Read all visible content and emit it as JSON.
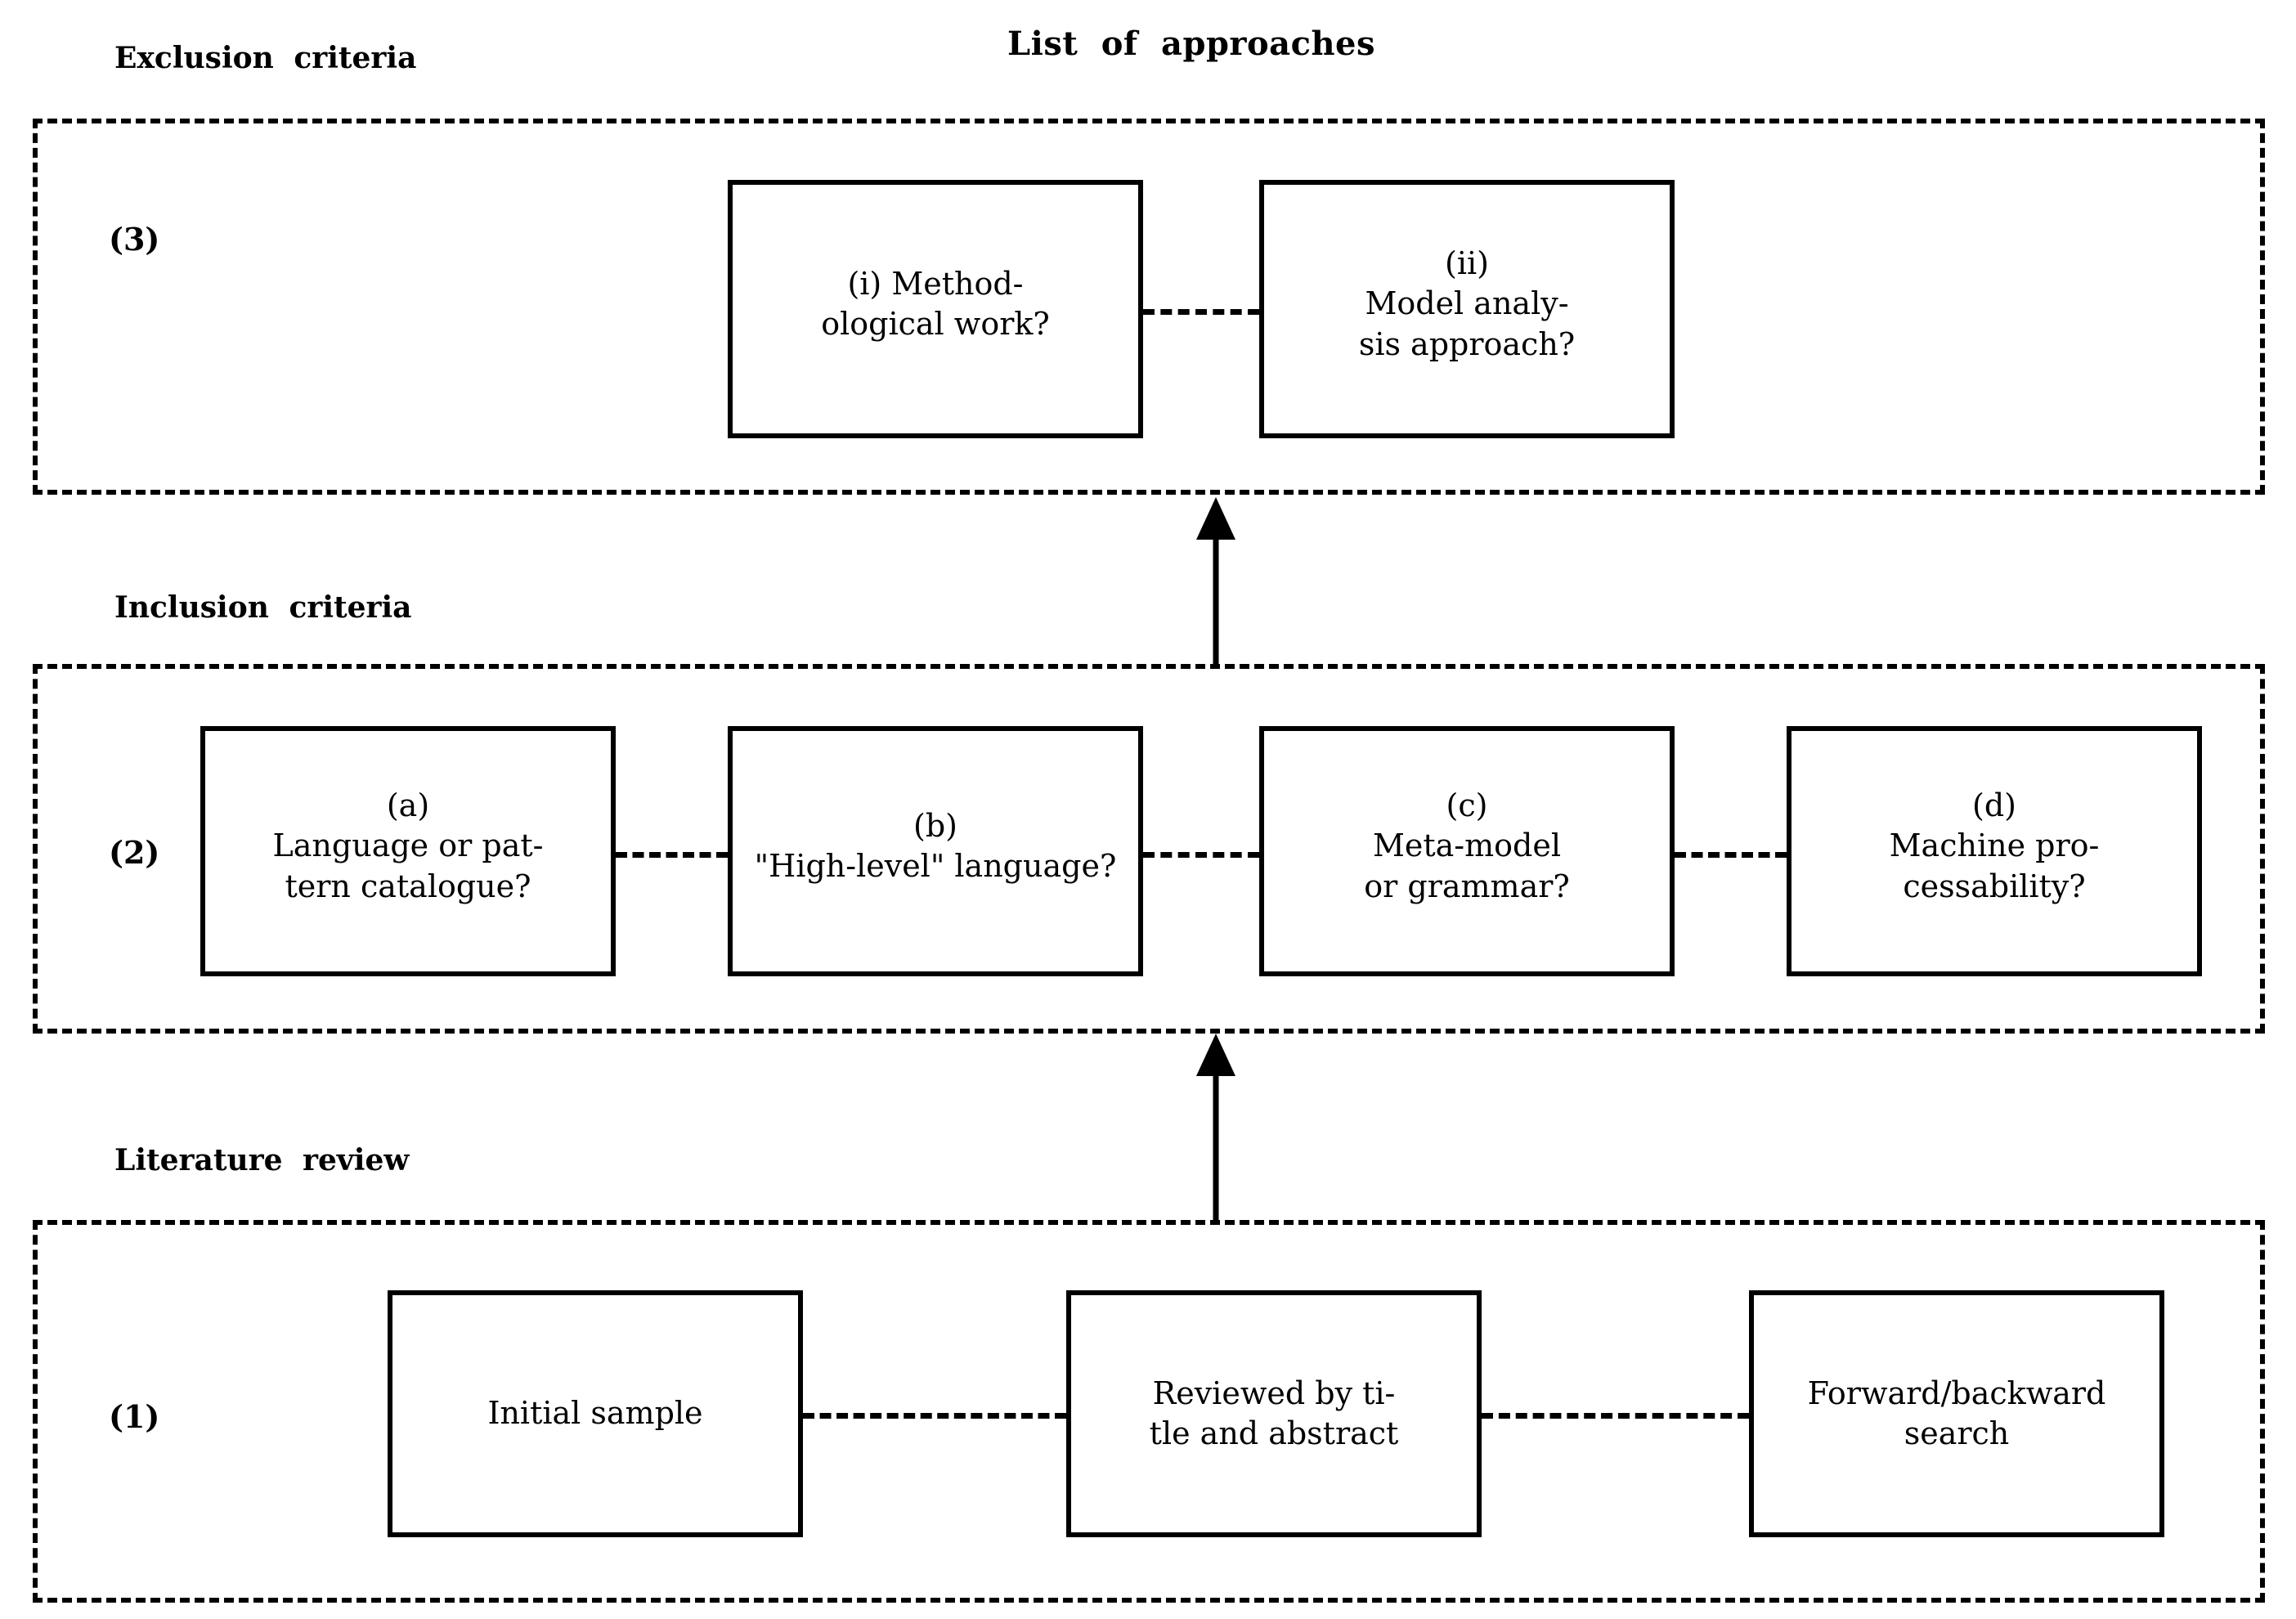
{
  "figure": {
    "title": "List  of  approaches",
    "sections": [
      {
        "id": "exclusion",
        "heading": "Exclusion  criteria",
        "step": "(3)",
        "nodes": [
          {
            "id": "i",
            "label": "(i) Method-\nological work?"
          },
          {
            "id": "ii",
            "label": "(ii)\nModel analy-\nsis approach?"
          }
        ]
      },
      {
        "id": "inclusion",
        "heading": "Inclusion  criteria",
        "step": "(2)",
        "nodes": [
          {
            "id": "a",
            "label": "(a)\nLanguage or pat-\ntern catalogue?"
          },
          {
            "id": "b",
            "label": "(b)\n\"High-level\" language?"
          },
          {
            "id": "c",
            "label": "(c)\nMeta-model\nor grammar?"
          },
          {
            "id": "d",
            "label": "(d)\nMachine pro-\ncessability?"
          }
        ]
      },
      {
        "id": "literature",
        "heading": "Literature  review",
        "step": "(1)",
        "nodes": [
          {
            "id": "initial",
            "label": "Initial sample"
          },
          {
            "id": "reviewed",
            "label": "Reviewed by ti-\ntle and abstract"
          },
          {
            "id": "search",
            "label": "Forward/backward\nsearch"
          }
        ]
      }
    ],
    "colors": {
      "stroke": "#000000",
      "background": "#ffffff"
    }
  }
}
